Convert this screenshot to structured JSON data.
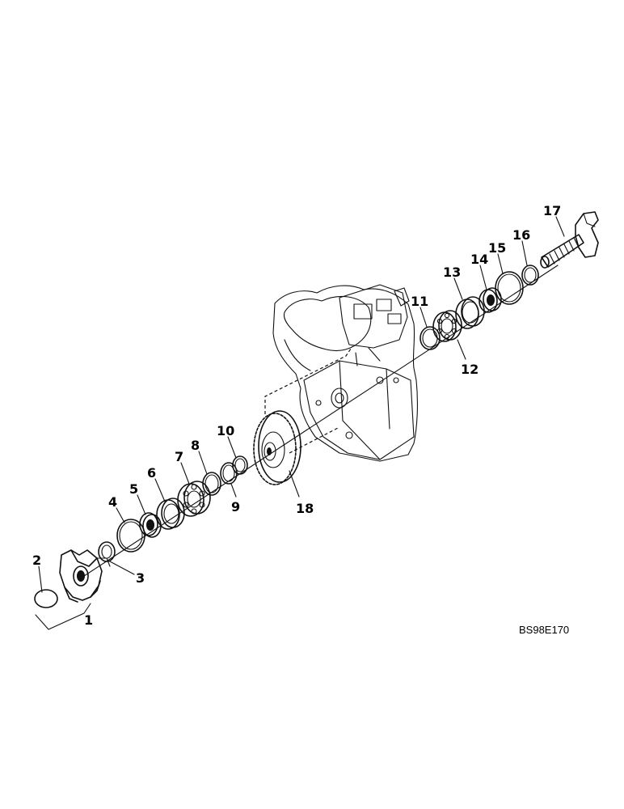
{
  "figure": {
    "reference_code": "BS98E170"
  },
  "callouts": [
    {
      "id": "1",
      "text": "1"
    },
    {
      "id": "2",
      "text": "2"
    },
    {
      "id": "3",
      "text": "3"
    },
    {
      "id": "4",
      "text": "4"
    },
    {
      "id": "5",
      "text": "5"
    },
    {
      "id": "6",
      "text": "6"
    },
    {
      "id": "7",
      "text": "7"
    },
    {
      "id": "8",
      "text": "8"
    },
    {
      "id": "9",
      "text": "9"
    },
    {
      "id": "10",
      "text": "10"
    },
    {
      "id": "11",
      "text": "11"
    },
    {
      "id": "12",
      "text": "12"
    },
    {
      "id": "13",
      "text": "13"
    },
    {
      "id": "14",
      "text": "14"
    },
    {
      "id": "15",
      "text": "15"
    },
    {
      "id": "16",
      "text": "16"
    },
    {
      "id": "17",
      "text": "17"
    },
    {
      "id": "18",
      "text": "18"
    }
  ]
}
